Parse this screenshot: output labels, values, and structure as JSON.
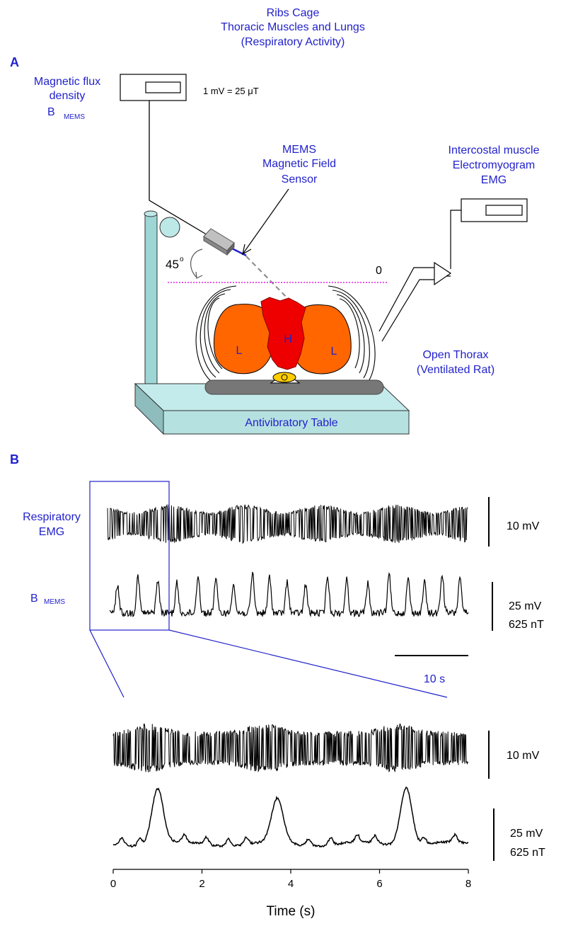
{
  "colors": {
    "label_blue": "#2222cc",
    "lung": "#ff6600",
    "heart": "#ee0000",
    "table": "#b6e1e1",
    "stand": "#9ed6d6",
    "dotted_line": "#dd22dd",
    "spine": "#ffcc00",
    "floor": "#777777"
  },
  "header": {
    "line1": "Ribs Cage",
    "line2": "Thoracic Muscles and Lungs",
    "line3": "(Respiratory Activity)"
  },
  "panel_a": {
    "label": "A",
    "flux_line1": "Magnetic flux",
    "flux_line2": "density",
    "flux_b": "B",
    "flux_sub": "MEMS",
    "conversion": "1 mV = 25 μT",
    "mems_line1": "MEMS",
    "mems_line2": "Magnetic Field",
    "mems_line3": "Sensor",
    "emg_line1": "Intercostal muscle",
    "emg_line2": "Electromyogram",
    "emg_line3": "EMG",
    "angle": "45",
    "angle_unit": "o",
    "zero_label": "0",
    "lung_label": "L",
    "heart_label": "H",
    "thorax_line1": "Open Thorax",
    "thorax_line2": "(Ventilated Rat)",
    "table_label": "Antivibratory Table"
  },
  "panel_b": {
    "label": "B",
    "emg_line1": "Respiratory",
    "emg_line2": "EMG",
    "bmems_b": "B",
    "bmems_sub": "MEMS",
    "scale_emg": "10 mV",
    "scale_b_mv": "25 mV",
    "scale_b_nt": "625 nT",
    "time_bar": "10 s",
    "zoom_scale_emg": "10 mV",
    "zoom_scale_b_mv": "25 mV",
    "zoom_scale_b_nt": "625 nT"
  },
  "chart_data": {
    "type": "line",
    "xlabel": "Time (s)",
    "x_ticks": [
      "0",
      "2",
      "4",
      "6",
      "8"
    ],
    "xlim": [
      0,
      8
    ],
    "series": [
      {
        "name": "Respiratory EMG",
        "burst_times_s": [
          0.8,
          3.4,
          6.4
        ]
      },
      {
        "name": "B MEMS",
        "peaks": [
          {
            "x": 1.0,
            "rel_amp": 1.0
          },
          {
            "x": 3.7,
            "rel_amp": 0.8
          },
          {
            "x": 6.6,
            "rel_amp": 1.05
          }
        ]
      }
    ]
  }
}
